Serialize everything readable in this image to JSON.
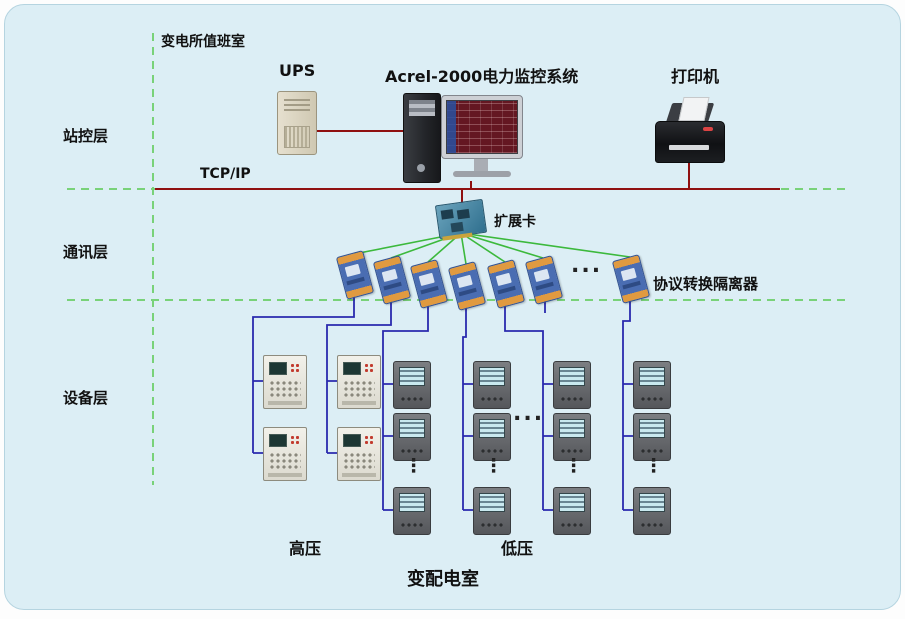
{
  "colors": {
    "panel_bg": "#dceef5",
    "bus_red": "#8f1010",
    "wire_blue": "#2a2aae",
    "fan_green": "#3cb93c",
    "dash_green": "#79d279",
    "conn_orange": "#e09a40"
  },
  "panel": {
    "room_label": "变电所值班室",
    "layer_station": "站控层",
    "layer_comm": "通讯层",
    "layer_device": "设备层",
    "ups_label": "UPS",
    "scada_label": "Acrel-2000电力监控系统",
    "printer_label": "打印机",
    "network_label": "TCP/IP",
    "card_label": "扩展卡",
    "isolator_label": "协议转换隔离器",
    "comm_ellipsis": "...",
    "device_ellipsis_h": "...",
    "device_ellipsis_v": "⋮",
    "group_high_voltage": "高压",
    "group_low_voltage": "低压",
    "title": "变配电室"
  }
}
